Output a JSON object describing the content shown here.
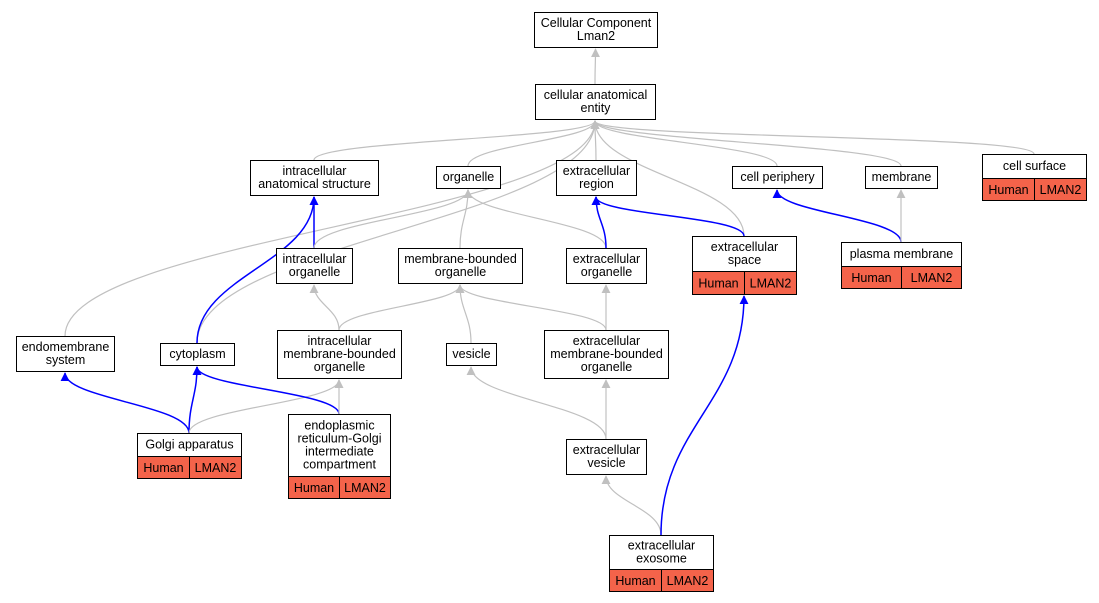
{
  "colors": {
    "node_border": "#000000",
    "node_fill": "#ffffff",
    "annotation_fill": "#f4634a",
    "edge_gray": "#c0c0c0",
    "edge_blue": "#0000ff"
  },
  "nodes": [
    {
      "id": "root",
      "lines": [
        "Cellular Component",
        "Lman2"
      ]
    },
    {
      "id": "cae",
      "lines": [
        "cellular anatomical",
        "entity"
      ]
    },
    {
      "id": "ias",
      "lines": [
        "intracellular",
        "anatomical structure"
      ]
    },
    {
      "id": "organelle",
      "lines": [
        "organelle"
      ]
    },
    {
      "id": "ecr",
      "lines": [
        "extracellular",
        "region"
      ]
    },
    {
      "id": "cp",
      "lines": [
        "cell periphery"
      ]
    },
    {
      "id": "membrane",
      "lines": [
        "membrane"
      ]
    },
    {
      "id": "cs",
      "lines": [
        "cell surface"
      ],
      "annotation": {
        "species": "Human",
        "gene": "LMAN2"
      }
    },
    {
      "id": "io",
      "lines": [
        "intracellular",
        "organelle"
      ]
    },
    {
      "id": "mbo",
      "lines": [
        "membrane-bounded",
        "organelle"
      ]
    },
    {
      "id": "eco",
      "lines": [
        "extracellular",
        "organelle"
      ]
    },
    {
      "id": "ecs",
      "lines": [
        "extracellular",
        "space"
      ],
      "annotation": {
        "species": "Human",
        "gene": "LMAN2"
      }
    },
    {
      "id": "pm",
      "lines": [
        "plasma membrane"
      ],
      "annotation": {
        "species": "Human",
        "gene": "LMAN2"
      }
    },
    {
      "id": "ems",
      "lines": [
        "endomembrane",
        "system"
      ]
    },
    {
      "id": "cyto",
      "lines": [
        "cytoplasm"
      ]
    },
    {
      "id": "imbo",
      "lines": [
        "intracellular",
        "membrane-bounded",
        "organelle"
      ]
    },
    {
      "id": "vesicle",
      "lines": [
        "vesicle"
      ]
    },
    {
      "id": "ecmbo",
      "lines": [
        "extracellular",
        "membrane-bounded",
        "organelle"
      ]
    },
    {
      "id": "golgi",
      "lines": [
        "Golgi apparatus"
      ],
      "annotation": {
        "species": "Human",
        "gene": "LMAN2"
      }
    },
    {
      "id": "ergic",
      "lines": [
        "endoplasmic",
        "reticulum-Golgi",
        "intermediate",
        "compartment"
      ],
      "annotation": {
        "species": "Human",
        "gene": "LMAN2"
      }
    },
    {
      "id": "ecv",
      "lines": [
        "extracellular",
        "vesicle"
      ]
    },
    {
      "id": "exo",
      "lines": [
        "extracellular",
        "exosome"
      ],
      "annotation": {
        "species": "Human",
        "gene": "LMAN2"
      }
    }
  ],
  "edges": [
    {
      "from": "cae",
      "to": "root",
      "relation": "is_a"
    },
    {
      "from": "ias",
      "to": "cae",
      "relation": "is_a"
    },
    {
      "from": "organelle",
      "to": "cae",
      "relation": "is_a"
    },
    {
      "from": "ecr",
      "to": "cae",
      "relation": "is_a"
    },
    {
      "from": "cp",
      "to": "cae",
      "relation": "is_a"
    },
    {
      "from": "membrane",
      "to": "cae",
      "relation": "is_a"
    },
    {
      "from": "cs",
      "to": "cae",
      "relation": "is_a"
    },
    {
      "from": "ems",
      "to": "cae",
      "relation": "is_a"
    },
    {
      "from": "cyto",
      "to": "cae",
      "relation": "is_a"
    },
    {
      "from": "ecs",
      "to": "cae",
      "relation": "is_a"
    },
    {
      "from": "io",
      "to": "ias",
      "relation": "part_of"
    },
    {
      "from": "io",
      "to": "organelle",
      "relation": "is_a"
    },
    {
      "from": "mbo",
      "to": "organelle",
      "relation": "is_a"
    },
    {
      "from": "eco",
      "to": "organelle",
      "relation": "is_a"
    },
    {
      "from": "eco",
      "to": "ecr",
      "relation": "part_of"
    },
    {
      "from": "ecs",
      "to": "ecr",
      "relation": "part_of"
    },
    {
      "from": "pm",
      "to": "cp",
      "relation": "part_of"
    },
    {
      "from": "pm",
      "to": "membrane",
      "relation": "is_a"
    },
    {
      "from": "cyto",
      "to": "ias",
      "relation": "part_of"
    },
    {
      "from": "imbo",
      "to": "io",
      "relation": "is_a"
    },
    {
      "from": "imbo",
      "to": "mbo",
      "relation": "is_a"
    },
    {
      "from": "vesicle",
      "to": "mbo",
      "relation": "is_a"
    },
    {
      "from": "ecmbo",
      "to": "mbo",
      "relation": "is_a"
    },
    {
      "from": "ecmbo",
      "to": "eco",
      "relation": "is_a"
    },
    {
      "from": "golgi",
      "to": "ems",
      "relation": "part_of"
    },
    {
      "from": "golgi",
      "to": "cyto",
      "relation": "part_of"
    },
    {
      "from": "golgi",
      "to": "imbo",
      "relation": "is_a"
    },
    {
      "from": "ergic",
      "to": "cyto",
      "relation": "part_of"
    },
    {
      "from": "ergic",
      "to": "imbo",
      "relation": "is_a"
    },
    {
      "from": "ecv",
      "to": "vesicle",
      "relation": "is_a"
    },
    {
      "from": "ecv",
      "to": "ecmbo",
      "relation": "is_a"
    },
    {
      "from": "exo",
      "to": "ecv",
      "relation": "is_a"
    },
    {
      "from": "exo",
      "to": "ecs",
      "relation": "part_of"
    }
  ]
}
